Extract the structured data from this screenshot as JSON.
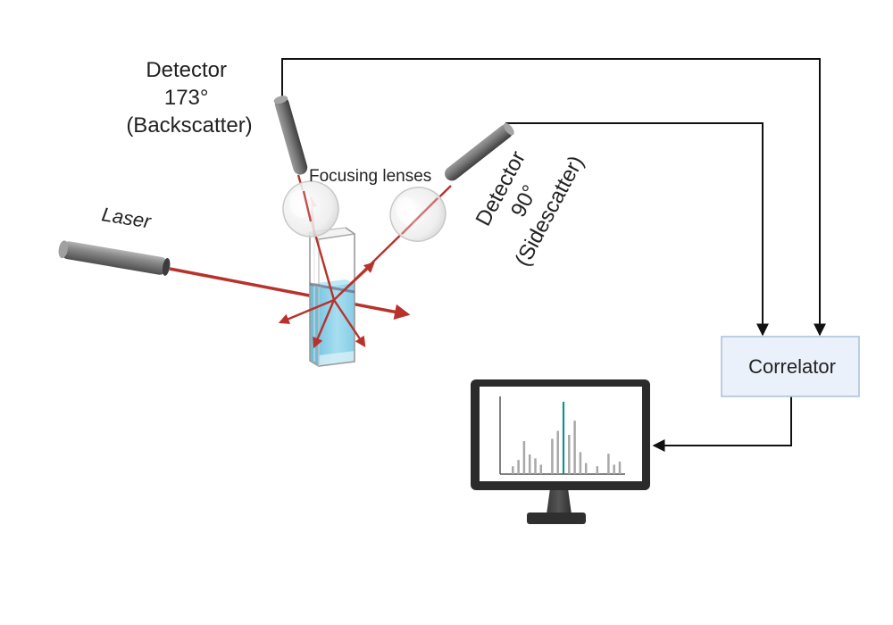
{
  "labels": {
    "backscatter_detector": [
      "Detector",
      "173°",
      "(Backscatter)"
    ],
    "focusing_lenses": "Focusing lenses",
    "sidescatter_detector": [
      "Detector",
      "90°",
      "(Sidescatter)"
    ],
    "laser": "Laser",
    "correlator": "Correlator"
  },
  "colors": {
    "beam": "#b8322b",
    "liquid": "#8fd3ea",
    "correlator_fill": "#ebf1fb",
    "correlator_border": "#a9bfd9",
    "monitor_frame": "#2b2b2b",
    "highlight_peak": "#1a8f8a"
  },
  "monitor_chart": {
    "type": "bar",
    "description_peaks": [
      {
        "x": 1,
        "h": 10,
        "highlight": false
      },
      {
        "x": 2,
        "h": 18,
        "highlight": false
      },
      {
        "x": 3,
        "h": 42,
        "highlight": false
      },
      {
        "x": 4,
        "h": 25,
        "highlight": false
      },
      {
        "x": 5,
        "h": 20,
        "highlight": false
      },
      {
        "x": 6,
        "h": 12,
        "highlight": false
      },
      {
        "x": 8,
        "h": 45,
        "highlight": false
      },
      {
        "x": 9,
        "h": 55,
        "highlight": false
      },
      {
        "x": 10,
        "h": 92,
        "highlight": true
      },
      {
        "x": 11,
        "h": 50,
        "highlight": false
      },
      {
        "x": 12,
        "h": 68,
        "highlight": false
      },
      {
        "x": 13,
        "h": 28,
        "highlight": false
      },
      {
        "x": 14,
        "h": 14,
        "highlight": false
      },
      {
        "x": 16,
        "h": 10,
        "highlight": false
      },
      {
        "x": 18,
        "h": 26,
        "highlight": false
      },
      {
        "x": 19,
        "h": 12,
        "highlight": false
      },
      {
        "x": 20,
        "h": 16,
        "highlight": false
      }
    ],
    "ylim": [
      0,
      100
    ]
  }
}
